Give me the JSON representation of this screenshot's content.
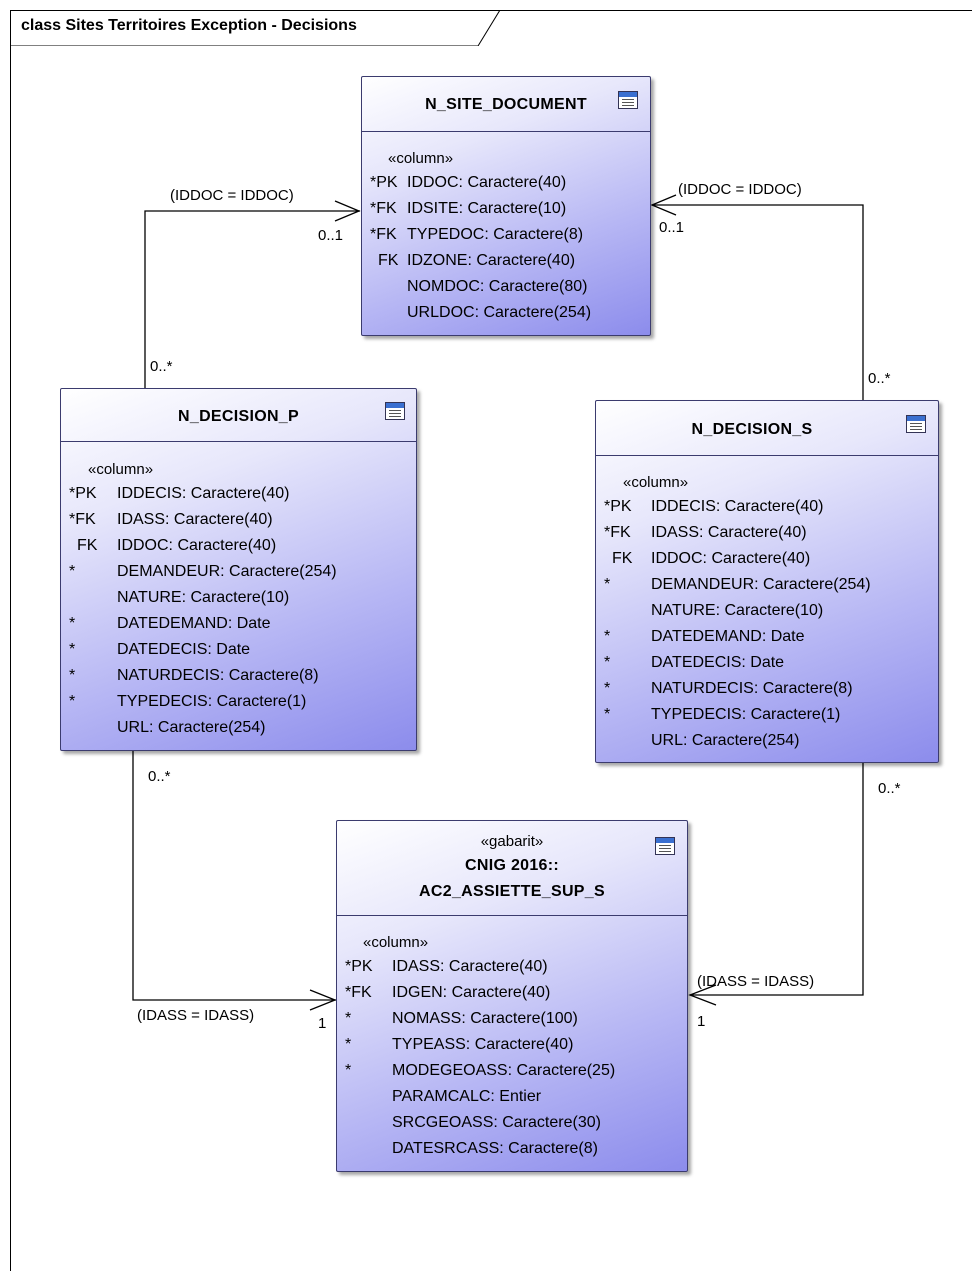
{
  "diagram": {
    "frame_title": "class Sites Territoires Exception - Decisions"
  },
  "entities": {
    "site_document": {
      "title": "N_SITE_DOCUMENT",
      "stereotype": "«column»",
      "columns": [
        {
          "flag": "*PK",
          "text": "IDDOC: Caractere(40)"
        },
        {
          "flag": "*FK",
          "text": "IDSITE: Caractere(10)"
        },
        {
          "flag": "*FK",
          "text": "TYPEDOC: Caractere(8)"
        },
        {
          "flag": "FK",
          "text": "IDZONE: Caractere(40)"
        },
        {
          "flag": "",
          "text": "NOMDOC: Caractere(80)"
        },
        {
          "flag": "",
          "text": "URLDOC: Caractere(254)"
        }
      ]
    },
    "decision_p": {
      "title": "N_DECISION_P",
      "stereotype": "«column»",
      "columns": [
        {
          "flag": "*PK",
          "text": "IDDECIS: Caractere(40)"
        },
        {
          "flag": "*FK",
          "text": "IDASS: Caractere(40)"
        },
        {
          "flag": "FK",
          "text": "IDDOC: Caractere(40)"
        },
        {
          "flag": "*",
          "text": "DEMANDEUR: Caractere(254)"
        },
        {
          "flag": "",
          "text": "NATURE: Caractere(10)"
        },
        {
          "flag": "*",
          "text": "DATEDEMAND: Date"
        },
        {
          "flag": "*",
          "text": "DATEDECIS: Date"
        },
        {
          "flag": "*",
          "text": "NATURDECIS: Caractere(8)"
        },
        {
          "flag": "*",
          "text": "TYPEDECIS: Caractere(1)"
        },
        {
          "flag": "",
          "text": "URL: Caractere(254)"
        }
      ]
    },
    "decision_s": {
      "title": "N_DECISION_S",
      "stereotype": "«column»",
      "columns": [
        {
          "flag": "*PK",
          "text": "IDDECIS: Caractere(40)"
        },
        {
          "flag": "*FK",
          "text": "IDASS: Caractere(40)"
        },
        {
          "flag": "FK",
          "text": "IDDOC: Caractere(40)"
        },
        {
          "flag": "*",
          "text": "DEMANDEUR: Caractere(254)"
        },
        {
          "flag": "",
          "text": "NATURE: Caractere(10)"
        },
        {
          "flag": "*",
          "text": "DATEDEMAND: Date"
        },
        {
          "flag": "*",
          "text": "DATEDECIS: Date"
        },
        {
          "flag": "*",
          "text": "NATURDECIS: Caractere(8)"
        },
        {
          "flag": "*",
          "text": "TYPEDECIS: Caractere(1)"
        },
        {
          "flag": "",
          "text": "URL: Caractere(254)"
        }
      ]
    },
    "assiette": {
      "stereotype_head": "«gabarit»",
      "title_line1": "CNIG 2016::",
      "title_line2": "AC2_ASSIETTE_SUP_S",
      "stereotype": "«column»",
      "columns": [
        {
          "flag": "*PK",
          "text": "IDASS: Caractere(40)"
        },
        {
          "flag": "*FK",
          "text": "IDGEN: Caractere(40)"
        },
        {
          "flag": "*",
          "text": "NOMASS: Caractere(100)"
        },
        {
          "flag": "*",
          "text": "TYPEASS: Caractere(40)"
        },
        {
          "flag": "*",
          "text": "MODEGEOASS: Caractere(25)"
        },
        {
          "flag": "",
          "text": "PARAMCALC: Entier"
        },
        {
          "flag": "",
          "text": "SRCGEOASS: Caractere(30)"
        },
        {
          "flag": "",
          "text": "DATESRCASS: Caractere(8)"
        }
      ]
    }
  },
  "relations": {
    "p_to_doc": {
      "label": "(IDDOC = IDDOC)",
      "target_mult": "0..1",
      "source_mult": "0..*"
    },
    "s_to_doc": {
      "label": "(IDDOC = IDDOC)",
      "target_mult": "0..1",
      "source_mult": "0..*"
    },
    "p_to_ass": {
      "label": "(IDASS = IDASS)",
      "target_mult": "1",
      "source_mult": "0..*"
    },
    "s_to_ass": {
      "label": "(IDASS = IDASS)",
      "target_mult": "1",
      "source_mult": "0..*"
    }
  }
}
